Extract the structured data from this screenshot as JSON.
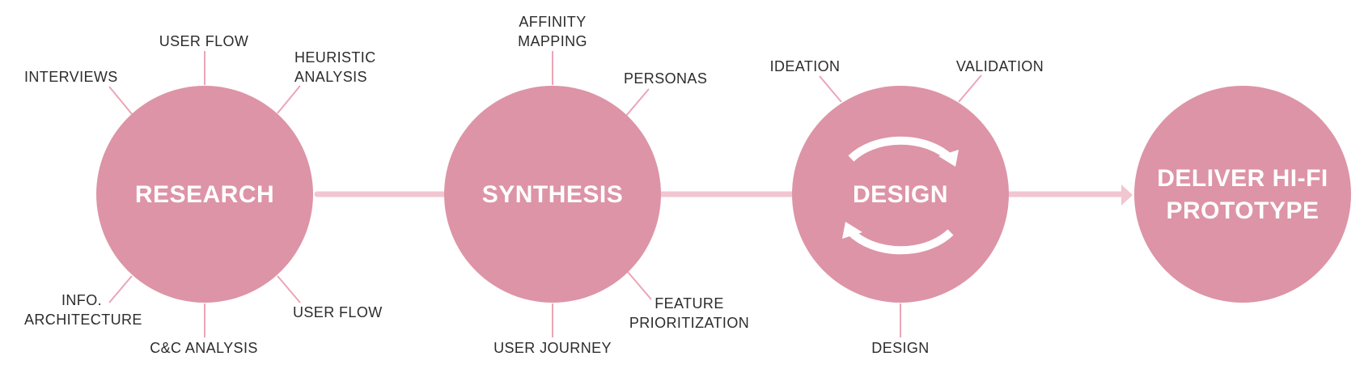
{
  "colors": {
    "circle": "#dd94a7",
    "connector": "#f1c6d1",
    "spoke": "#eba5b7",
    "text": "#2c2c2c",
    "white": "#ffffff"
  },
  "stages": [
    {
      "title": "RESEARCH"
    },
    {
      "title": "SYNTHESIS"
    },
    {
      "title": "DESIGN",
      "icon": "refresh-cycle-icon"
    },
    {
      "title_line1": "DELIVER HI-FI",
      "title_line2": "PROTOTYPE"
    }
  ],
  "research_labels": {
    "interviews": "INTERVIEWS",
    "user_flow_top": "USER FLOW",
    "heuristic_line1": "HEURISTIC",
    "heuristic_line2": "ANALYSIS",
    "info_line1": "INFO.",
    "info_line2": "ARCHITECTURE",
    "cc_analysis": "C&C ANALYSIS",
    "user_flow_bottom": "USER FLOW"
  },
  "synthesis_labels": {
    "affinity_line1": "AFFINITY",
    "affinity_line2": "MAPPING",
    "personas": "PERSONAS",
    "feature_line1": "FEATURE",
    "feature_line2": "PRIORITIZATION",
    "user_journey": "USER JOURNEY"
  },
  "design_labels": {
    "ideation": "IDEATION",
    "validation": "VALIDATION",
    "design": "DESIGN"
  }
}
